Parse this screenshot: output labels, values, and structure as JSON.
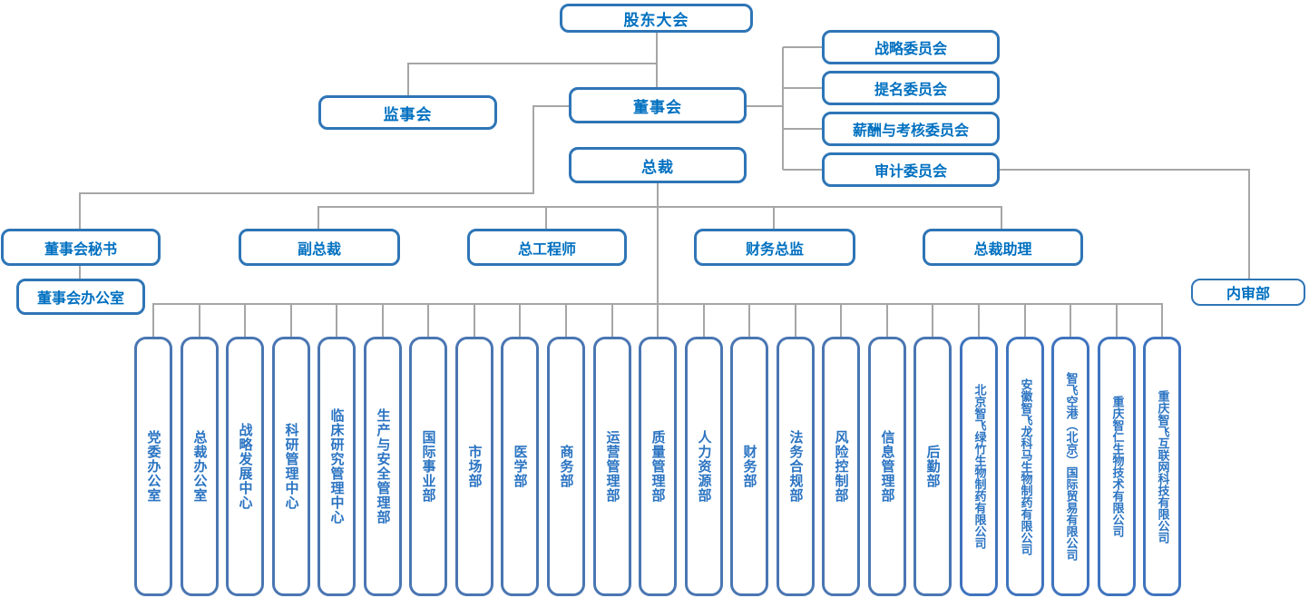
{
  "org": {
    "shareholders": "股东大会",
    "supervisory_board": "监事会",
    "board_of_directors": "董事会",
    "president": "总裁",
    "committees": [
      "战略委员会",
      "提名委员会",
      "薪酬与考核委员会",
      "审计委员会"
    ],
    "internal_audit": "内审部",
    "executives": [
      "董事会秘书",
      "副总裁",
      "总工程师",
      "财务总监",
      "总裁助理"
    ],
    "board_office": "董事会办公室",
    "departments": [
      "党委办公室",
      "总裁办公室",
      "战略发展中心",
      "科研管理中心",
      "临床研究管理中心",
      "生产与安全管理部",
      "国际事业部",
      "市场部",
      "医学部",
      "商务部",
      "运营管理部",
      "质量管理部",
      "人力资源部",
      "财务部",
      "法务合规部",
      "风险控制部",
      "信息管理部",
      "后勤部"
    ],
    "subsidiaries": [
      "北京智飞绿竹生物制药有限公司",
      "安徽智飞龙科马生物制药有限公司",
      "智飞空港（北京）国际贸易有限公司",
      "重庆智仁生物技术有限公司",
      "重庆智飞互联网科技有限公司"
    ],
    "colors": {
      "node_border": "#2E75B6",
      "department_border": "#4A76B2",
      "subsidiary_border": "#3F74BE",
      "text": "#0070C0",
      "connector": "#A6A6A6"
    }
  }
}
